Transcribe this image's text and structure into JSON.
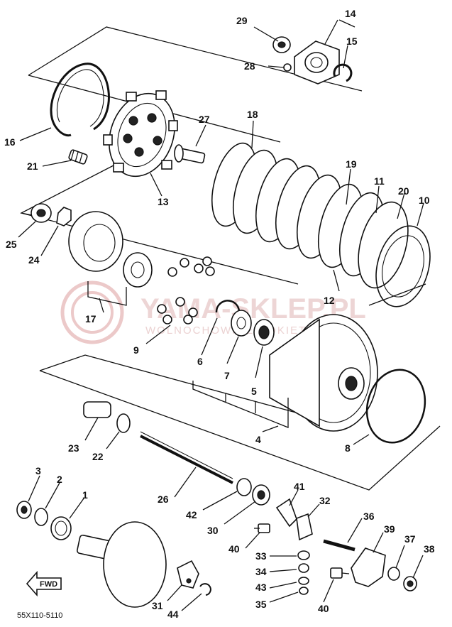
{
  "diagram": {
    "code": "55X110-5110",
    "fwd_label": "FWD",
    "watermark": {
      "brand": "YAMA-SKLEP.PL",
      "subline": "WOLNOCHOWICE   ROKIETNICA"
    },
    "callouts": [
      {
        "id": "c29",
        "text": "29"
      },
      {
        "id": "c14",
        "text": "14"
      },
      {
        "id": "c28",
        "text": "28"
      },
      {
        "id": "c15",
        "text": "15"
      },
      {
        "id": "c16",
        "text": "16"
      },
      {
        "id": "c27",
        "text": "27"
      },
      {
        "id": "c18",
        "text": "18"
      },
      {
        "id": "c21",
        "text": "21"
      },
      {
        "id": "c13",
        "text": "13"
      },
      {
        "id": "c19",
        "text": "19"
      },
      {
        "id": "c11",
        "text": "11"
      },
      {
        "id": "c20",
        "text": "20"
      },
      {
        "id": "c10",
        "text": "10"
      },
      {
        "id": "c25",
        "text": "25"
      },
      {
        "id": "c24",
        "text": "24"
      },
      {
        "id": "c12",
        "text": "12"
      },
      {
        "id": "c17",
        "text": "17"
      },
      {
        "id": "c9",
        "text": "9"
      },
      {
        "id": "c6",
        "text": "6"
      },
      {
        "id": "c7",
        "text": "7"
      },
      {
        "id": "c5",
        "text": "5"
      },
      {
        "id": "c4",
        "text": "4"
      },
      {
        "id": "c8",
        "text": "8"
      },
      {
        "id": "c23",
        "text": "23"
      },
      {
        "id": "c22",
        "text": "22"
      },
      {
        "id": "c3",
        "text": "3"
      },
      {
        "id": "c2",
        "text": "2"
      },
      {
        "id": "c1",
        "text": "1"
      },
      {
        "id": "c26",
        "text": "26"
      },
      {
        "id": "c41",
        "text": "41"
      },
      {
        "id": "c32",
        "text": "32"
      },
      {
        "id": "c42",
        "text": "42"
      },
      {
        "id": "c30",
        "text": "30"
      },
      {
        "id": "c36",
        "text": "36"
      },
      {
        "id": "c39",
        "text": "39"
      },
      {
        "id": "c40a",
        "text": "40"
      },
      {
        "id": "c33",
        "text": "33"
      },
      {
        "id": "c37",
        "text": "37"
      },
      {
        "id": "c38",
        "text": "38"
      },
      {
        "id": "c34",
        "text": "34"
      },
      {
        "id": "c43",
        "text": "43"
      },
      {
        "id": "c31",
        "text": "31"
      },
      {
        "id": "c35",
        "text": "35"
      },
      {
        "id": "c44",
        "text": "44"
      },
      {
        "id": "c40b",
        "text": "40"
      }
    ]
  }
}
